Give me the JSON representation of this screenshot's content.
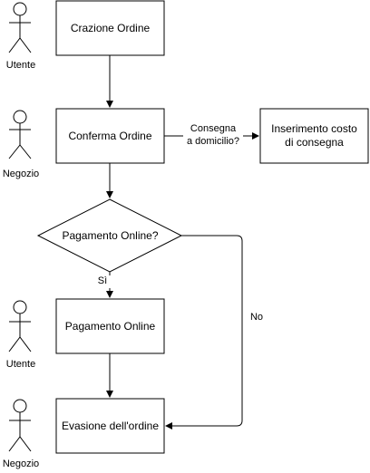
{
  "actors": [
    {
      "id": "actor1",
      "label": "Utente"
    },
    {
      "id": "actor2",
      "label": "Negozio"
    },
    {
      "id": "actor3",
      "label": "Utente"
    },
    {
      "id": "actor4",
      "label": "Negozio"
    }
  ],
  "nodes": {
    "crazione": "Crazione Ordine",
    "conferma": "Conferma Ordine",
    "inserimento": "Inserimento costo\ndi consegna",
    "pagamento_decision": "Pagamento Online?",
    "pagamento": "Pagamento Online",
    "evasione": "Evasione dell'ordine"
  },
  "edges": {
    "consegna": "Consegna\na domicilio?",
    "si": "Sì",
    "no": "No"
  },
  "colors": {
    "stroke": "#000000",
    "fill": "#ffffff"
  }
}
